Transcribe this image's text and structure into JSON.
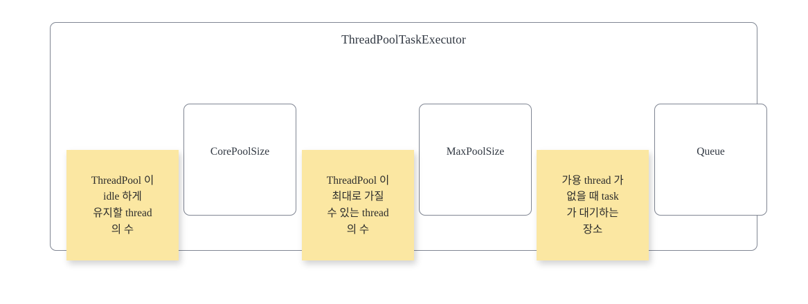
{
  "diagram": {
    "container": {
      "title": "ThreadPoolTaskExecutor",
      "border_color": "#7f8592",
      "background": "#ffffff"
    },
    "boxes": [
      {
        "label": "CorePoolSize"
      },
      {
        "label": "MaxPoolSize"
      },
      {
        "label": "Queue"
      }
    ],
    "notes": [
      {
        "text": "ThreadPool 이\nidle 하게\n유지할 thread\n의 수",
        "color": "#fbe7a2"
      },
      {
        "text": "ThreadPool 이\n최대로 가질\n수 있는 thread\n의 수",
        "color": "#fbe7a2"
      },
      {
        "text": "가용 thread 가\n없을 때 task\n가 대기하는\n장소",
        "color": "#fbe7a2"
      }
    ]
  }
}
